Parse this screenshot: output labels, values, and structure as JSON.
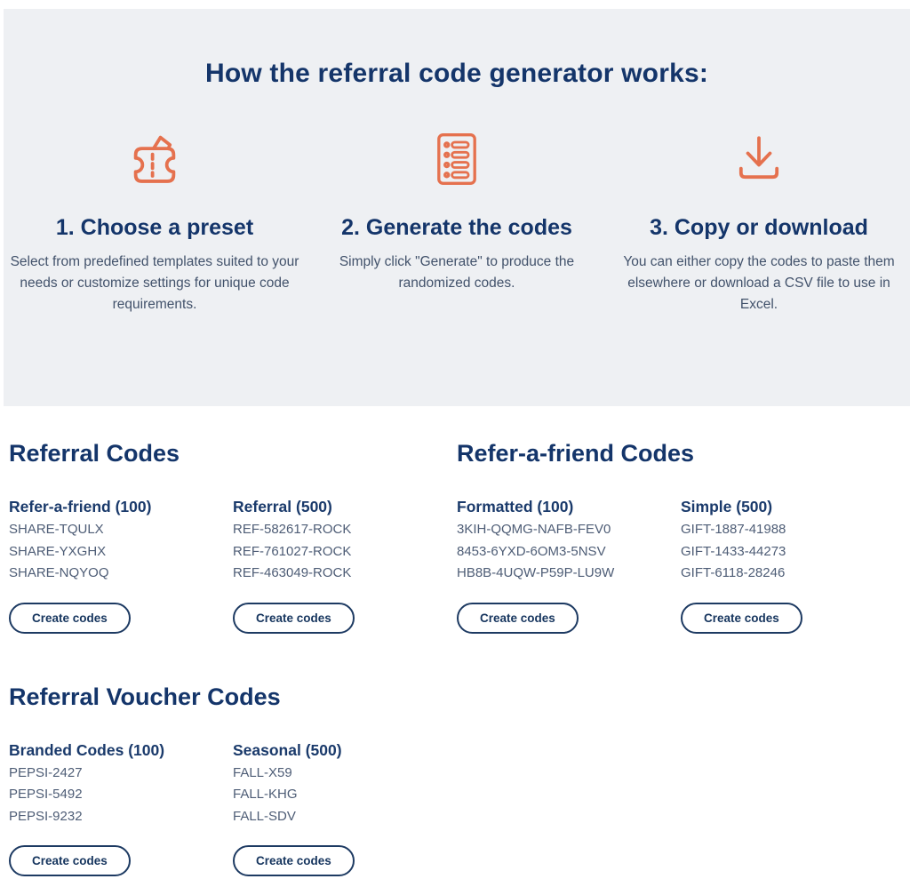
{
  "colors": {
    "accent_orange": "#e5714e",
    "heading_navy": "#14356a",
    "body_gray_blue": "#42526b",
    "panel_gray": "#eef0f3"
  },
  "hero": {
    "title": "How the referral code generator works:",
    "steps": [
      {
        "icon": "coupon-icon",
        "heading": "1. Choose a preset",
        "description": "Select from predefined templates suited to your needs or customize settings for unique code requirements."
      },
      {
        "icon": "list-items-icon",
        "heading": "2. Generate the codes",
        "description": "Simply click \"Generate\" to produce the randomized codes."
      },
      {
        "icon": "download-icon",
        "heading": "3. Copy or download",
        "description": "You can either copy the codes to paste them elsewhere or download a CSV file to use in Excel."
      }
    ]
  },
  "sections": [
    {
      "title": "Referral Codes",
      "presets": [
        {
          "name": "Refer-a-friend (100)",
          "codes": [
            "SHARE-TQULX",
            "SHARE-YXGHX",
            "SHARE-NQYOQ"
          ],
          "button_label": "Create codes"
        },
        {
          "name": "Referral (500)",
          "codes": [
            "REF-582617-ROCK",
            "REF-761027-ROCK",
            "REF-463049-ROCK"
          ],
          "button_label": "Create codes"
        }
      ]
    },
    {
      "title": "Refer-a-friend Codes",
      "presets": [
        {
          "name": "Formatted (100)",
          "codes": [
            "3KIH-QQMG-NAFB-FEV0",
            "8453-6YXD-6OM3-5NSV",
            "HB8B-4UQW-P59P-LU9W"
          ],
          "button_label": "Create codes"
        },
        {
          "name": "Simple (500)",
          "codes": [
            "GIFT-1887-41988",
            "GIFT-1433-44273",
            "GIFT-6118-28246"
          ],
          "button_label": "Create codes"
        }
      ]
    },
    {
      "title": "Referral Voucher Codes",
      "presets": [
        {
          "name": "Branded Codes (100)",
          "codes": [
            "PEPSI-2427",
            "PEPSI-5492",
            "PEPSI-9232"
          ],
          "button_label": "Create codes"
        },
        {
          "name": "Seasonal (500)",
          "codes": [
            "FALL-X59",
            "FALL-KHG",
            "FALL-SDV"
          ],
          "button_label": "Create codes"
        }
      ]
    }
  ]
}
